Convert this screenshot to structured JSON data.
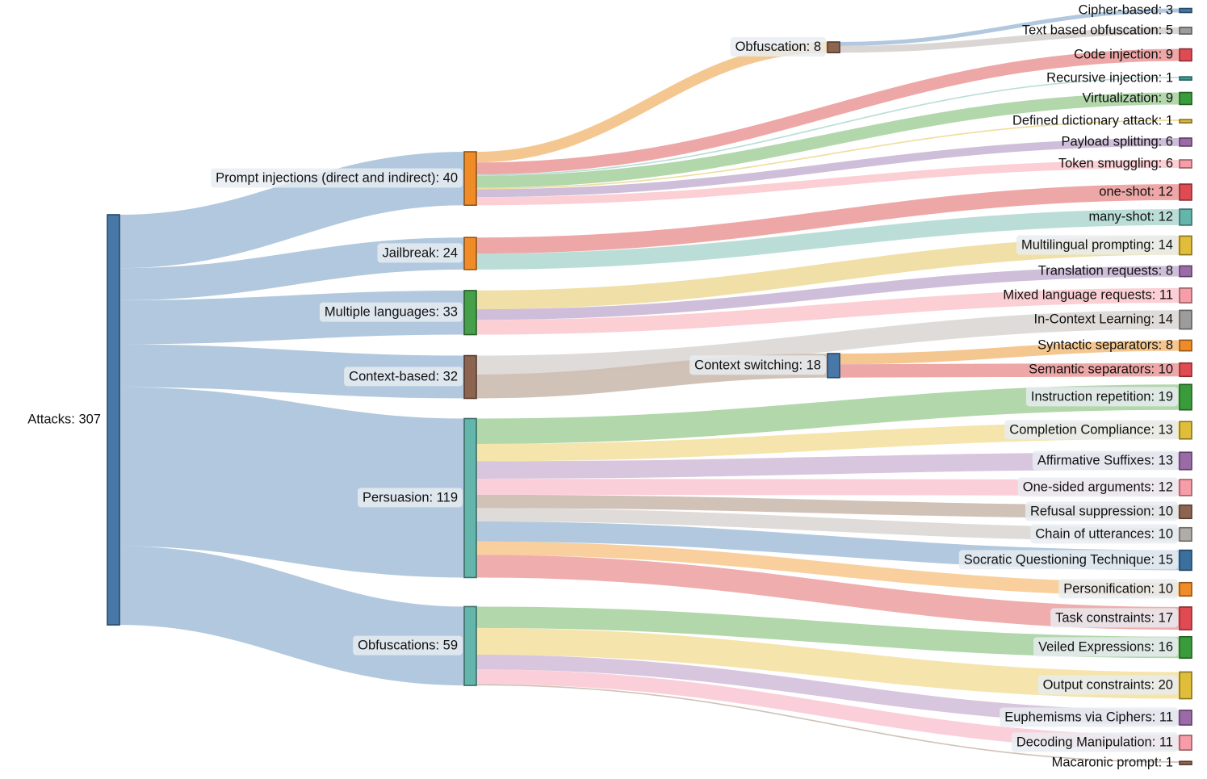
{
  "chart_data": {
    "type": "sankey",
    "title": "",
    "subtitle": "",
    "xlabel": "",
    "ylabel": "",
    "grid": false,
    "legend": "none",
    "label_format": "{name}: {value}",
    "total": 307,
    "nodes": [
      {
        "id": "attacks",
        "label": "Attacks",
        "value": 307,
        "column": 0,
        "color": "#4878a8",
        "label_side": "left",
        "label_boxed": false
      },
      {
        "id": "prompt_injections",
        "label": "Prompt injections (direct and indirect)",
        "value": 40,
        "column": 1,
        "color": "#f08c28",
        "label_side": "left",
        "label_boxed": true
      },
      {
        "id": "jailbreak",
        "label": "Jailbreak",
        "value": 24,
        "column": 1,
        "color": "#f08c28",
        "label_side": "left",
        "label_boxed": true
      },
      {
        "id": "multiple_languages",
        "label": "Multiple languages",
        "value": 33,
        "column": 1,
        "color": "#45a049",
        "label_side": "left",
        "label_boxed": true
      },
      {
        "id": "context_based",
        "label": "Context-based",
        "value": 32,
        "column": 1,
        "color": "#8d6450",
        "label_side": "left",
        "label_boxed": true
      },
      {
        "id": "persuasion",
        "label": "Persuasion",
        "value": 119,
        "column": 1,
        "color": "#64b5ac",
        "label_side": "left",
        "label_boxed": true
      },
      {
        "id": "obfuscations",
        "label": "Obfuscations",
        "value": 59,
        "column": 1,
        "color": "#64b5ac",
        "label_side": "left",
        "label_boxed": true
      },
      {
        "id": "obfuscation_mid",
        "label": "Obfuscation",
        "value": 8,
        "column": 2,
        "color": "#8d6450",
        "label_side": "left",
        "label_boxed": true
      },
      {
        "id": "context_switching",
        "label": "Context switching",
        "value": 18,
        "column": 2,
        "color": "#4878a8",
        "label_side": "left",
        "label_boxed": true
      },
      {
        "id": "cipher_based",
        "label": "Cipher-based",
        "value": 3,
        "column": 3,
        "color": "#4878a8",
        "label_side": "left",
        "label_boxed": false
      },
      {
        "id": "text_based_obf",
        "label": "Text based obfuscation",
        "value": 5,
        "column": 3,
        "color": "#9c9c9c",
        "label_side": "left",
        "label_boxed": false
      },
      {
        "id": "code_injection",
        "label": "Code injection",
        "value": 9,
        "column": 3,
        "color": "#e04b53",
        "label_side": "left",
        "label_boxed": false
      },
      {
        "id": "recursive_injection",
        "label": "Recursive injection",
        "value": 1,
        "column": 3,
        "color": "#3f9e94",
        "label_side": "left",
        "label_boxed": false
      },
      {
        "id": "virtualization",
        "label": "Virtualization",
        "value": 9,
        "column": 3,
        "color": "#3a9b3a",
        "label_side": "left",
        "label_boxed": false
      },
      {
        "id": "defined_dict",
        "label": "Defined dictionary attack",
        "value": 1,
        "column": 3,
        "color": "#e0b63a",
        "label_side": "left",
        "label_boxed": false
      },
      {
        "id": "payload_splitting",
        "label": "Payload splitting",
        "value": 6,
        "column": 3,
        "color": "#9b6ba8",
        "label_side": "left",
        "label_boxed": false
      },
      {
        "id": "token_smuggling",
        "label": "Token smuggling",
        "value": 6,
        "column": 3,
        "color": "#f79da8",
        "label_side": "left",
        "label_boxed": false
      },
      {
        "id": "one_shot",
        "label": "one-shot",
        "value": 12,
        "column": 3,
        "color": "#e04b53",
        "label_side": "left",
        "label_boxed": false
      },
      {
        "id": "many_shot",
        "label": "many-shot",
        "value": 12,
        "column": 3,
        "color": "#64b5ac",
        "label_side": "left",
        "label_boxed": false
      },
      {
        "id": "multilingual",
        "label": "Multilingual prompting",
        "value": 14,
        "column": 3,
        "color": "#e0be3a",
        "label_side": "left",
        "label_boxed": true
      },
      {
        "id": "translation_req",
        "label": "Translation requests",
        "value": 8,
        "column": 3,
        "color": "#9b6ba8",
        "label_side": "left",
        "label_boxed": false
      },
      {
        "id": "mixed_language",
        "label": "Mixed language requests",
        "value": 11,
        "column": 3,
        "color": "#f79da8",
        "label_side": "left",
        "label_boxed": false
      },
      {
        "id": "in_context",
        "label": "In-Context Learning",
        "value": 14,
        "column": 3,
        "color": "#9c9c9c",
        "label_side": "left",
        "label_boxed": false
      },
      {
        "id": "syntactic_sep",
        "label": "Syntactic separators",
        "value": 8,
        "column": 3,
        "color": "#f08c28",
        "label_side": "left",
        "label_boxed": false
      },
      {
        "id": "semantic_sep",
        "label": "Semantic separators",
        "value": 10,
        "column": 3,
        "color": "#e04b53",
        "label_side": "left",
        "label_boxed": false
      },
      {
        "id": "instruction_rep",
        "label": "Instruction repetition",
        "value": 19,
        "column": 3,
        "color": "#3a9b3a",
        "label_side": "left",
        "label_boxed": true
      },
      {
        "id": "completion_comp",
        "label": "Completion Compliance",
        "value": 13,
        "column": 3,
        "color": "#e0be3a",
        "label_side": "left",
        "label_boxed": true
      },
      {
        "id": "affirmative_suf",
        "label": "Affirmative Suffixes",
        "value": 13,
        "column": 3,
        "color": "#9b6ba8",
        "label_side": "left",
        "label_boxed": true
      },
      {
        "id": "one_sided_args",
        "label": "One-sided arguments",
        "value": 12,
        "column": 3,
        "color": "#f79da8",
        "label_side": "left",
        "label_boxed": true
      },
      {
        "id": "refusal_supp",
        "label": "Refusal suppression",
        "value": 10,
        "column": 3,
        "color": "#8d6450",
        "label_side": "left",
        "label_boxed": true
      },
      {
        "id": "chain_utterances",
        "label": "Chain of utterances",
        "value": 10,
        "column": 3,
        "color": "#b0aca7",
        "label_side": "left",
        "label_boxed": true
      },
      {
        "id": "socratic",
        "label": "Socratic Questioning Technique",
        "value": 15,
        "column": 3,
        "color": "#3a6f9e",
        "label_side": "left",
        "label_boxed": true
      },
      {
        "id": "personification",
        "label": "Personification",
        "value": 10,
        "column": 3,
        "color": "#f08c28",
        "label_side": "left",
        "label_boxed": true
      },
      {
        "id": "task_constraints",
        "label": "Task constraints",
        "value": 17,
        "column": 3,
        "color": "#e04b53",
        "label_side": "left",
        "label_boxed": true
      },
      {
        "id": "veiled_expr",
        "label": "Veiled Expressions",
        "value": 16,
        "column": 3,
        "color": "#3a9b3a",
        "label_side": "left",
        "label_boxed": true
      },
      {
        "id": "output_constraints",
        "label": "Output constraints",
        "value": 20,
        "column": 3,
        "color": "#e0be3a",
        "label_side": "left",
        "label_boxed": true
      },
      {
        "id": "euphemisms",
        "label": "Euphemisms via Ciphers",
        "value": 11,
        "column": 3,
        "color": "#9b6ba8",
        "label_side": "left",
        "label_boxed": true
      },
      {
        "id": "decoding_manip",
        "label": "Decoding Manipulation",
        "value": 11,
        "column": 3,
        "color": "#f79da8",
        "label_side": "left",
        "label_boxed": true
      },
      {
        "id": "macaronic",
        "label": "Macaronic prompt",
        "value": 1,
        "column": 3,
        "color": "#8d6450",
        "label_side": "left",
        "label_boxed": false
      }
    ],
    "links": [
      {
        "source": "attacks",
        "target": "prompt_injections",
        "value": 40,
        "color": "#aec6dd"
      },
      {
        "source": "attacks",
        "target": "jailbreak",
        "value": 24,
        "color": "#aec6dd"
      },
      {
        "source": "attacks",
        "target": "multiple_languages",
        "value": 33,
        "color": "#aec6dd"
      },
      {
        "source": "attacks",
        "target": "context_based",
        "value": 32,
        "color": "#aec6dd"
      },
      {
        "source": "attacks",
        "target": "persuasion",
        "value": 119,
        "color": "#aec6dd"
      },
      {
        "source": "attacks",
        "target": "obfuscations",
        "value": 59,
        "color": "#aec6dd"
      },
      {
        "source": "prompt_injections",
        "target": "obfuscation_mid",
        "value": 8,
        "color": "#f5c58c"
      },
      {
        "source": "prompt_injections",
        "target": "code_injection",
        "value": 9,
        "color": "#eda4a4"
      },
      {
        "source": "prompt_injections",
        "target": "recursive_injection",
        "value": 1,
        "color": "#b8ddd6"
      },
      {
        "source": "prompt_injections",
        "target": "virtualization",
        "value": 9,
        "color": "#aed6a8"
      },
      {
        "source": "prompt_injections",
        "target": "defined_dict",
        "value": 1,
        "color": "#f0dc9a"
      },
      {
        "source": "prompt_injections",
        "target": "payload_splitting",
        "value": 6,
        "color": "#cdbcd8"
      },
      {
        "source": "prompt_injections",
        "target": "token_smuggling",
        "value": 6,
        "color": "#fbcdd3"
      },
      {
        "source": "obfuscation_mid",
        "target": "cipher_based",
        "value": 3,
        "color": "#aec6dd"
      },
      {
        "source": "obfuscation_mid",
        "target": "text_based_obf",
        "value": 5,
        "color": "#d9d5d2"
      },
      {
        "source": "jailbreak",
        "target": "one_shot",
        "value": 12,
        "color": "#eda4a4"
      },
      {
        "source": "jailbreak",
        "target": "many_shot",
        "value": 12,
        "color": "#b8ddd6"
      },
      {
        "source": "multiple_languages",
        "target": "multilingual",
        "value": 14,
        "color": "#f0dfa4"
      },
      {
        "source": "multiple_languages",
        "target": "translation_req",
        "value": 8,
        "color": "#cdbcd8"
      },
      {
        "source": "multiple_languages",
        "target": "mixed_language",
        "value": 11,
        "color": "#fbcdd3"
      },
      {
        "source": "context_based",
        "target": "in_context",
        "value": 14,
        "color": "#dedad7"
      },
      {
        "source": "context_based",
        "target": "context_switching",
        "value": 18,
        "color": "#cfc0b6"
      },
      {
        "source": "context_switching",
        "target": "syntactic_sep",
        "value": 8,
        "color": "#f5c58c"
      },
      {
        "source": "context_switching",
        "target": "semantic_sep",
        "value": 10,
        "color": "#eda4a4"
      },
      {
        "source": "persuasion",
        "target": "instruction_rep",
        "value": 19,
        "color": "#aed6a8"
      },
      {
        "source": "persuasion",
        "target": "completion_comp",
        "value": 13,
        "color": "#f5e3a8"
      },
      {
        "source": "persuasion",
        "target": "affirmative_suf",
        "value": 13,
        "color": "#d6c4dd"
      },
      {
        "source": "persuasion",
        "target": "one_sided_args",
        "value": 12,
        "color": "#fbcdd8"
      },
      {
        "source": "persuasion",
        "target": "refusal_supp",
        "value": 10,
        "color": "#cfc0b6"
      },
      {
        "source": "persuasion",
        "target": "chain_utterances",
        "value": 10,
        "color": "#dedad7"
      },
      {
        "source": "persuasion",
        "target": "socratic",
        "value": 15,
        "color": "#aec6dd"
      },
      {
        "source": "persuasion",
        "target": "personification",
        "value": 10,
        "color": "#f8cd9a"
      },
      {
        "source": "persuasion",
        "target": "task_constraints",
        "value": 17,
        "color": "#eeaaaa"
      },
      {
        "source": "obfuscations",
        "target": "veiled_expr",
        "value": 16,
        "color": "#aed6a8"
      },
      {
        "source": "obfuscations",
        "target": "output_constraints",
        "value": 20,
        "color": "#f5e3a8"
      },
      {
        "source": "obfuscations",
        "target": "euphemisms",
        "value": 11,
        "color": "#d6c4dd"
      },
      {
        "source": "obfuscations",
        "target": "decoding_manip",
        "value": 11,
        "color": "#fbcdd8"
      },
      {
        "source": "obfuscations",
        "target": "macaronic",
        "value": 1,
        "color": "#cfc0b6"
      }
    ],
    "axis_ranges": {
      "x": [
        0,
        1495
      ],
      "y": [
        0,
        965
      ]
    }
  },
  "figure": {
    "background_color": "#ffffff",
    "label_text_color": "#111111",
    "label_bg_color": "#e8edf2"
  }
}
